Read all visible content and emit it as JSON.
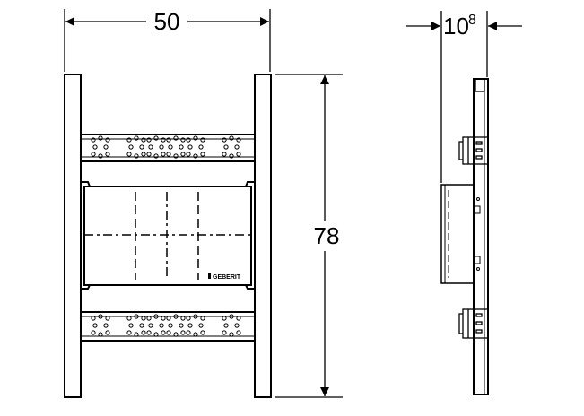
{
  "dimensions": {
    "width": {
      "value": "50"
    },
    "height": {
      "value": "78"
    },
    "depth": {
      "value": "10",
      "superscript": "8"
    }
  },
  "logo": {
    "text": "GEBERIT"
  },
  "colors": {
    "line": "#000000",
    "background": "#ffffff"
  }
}
